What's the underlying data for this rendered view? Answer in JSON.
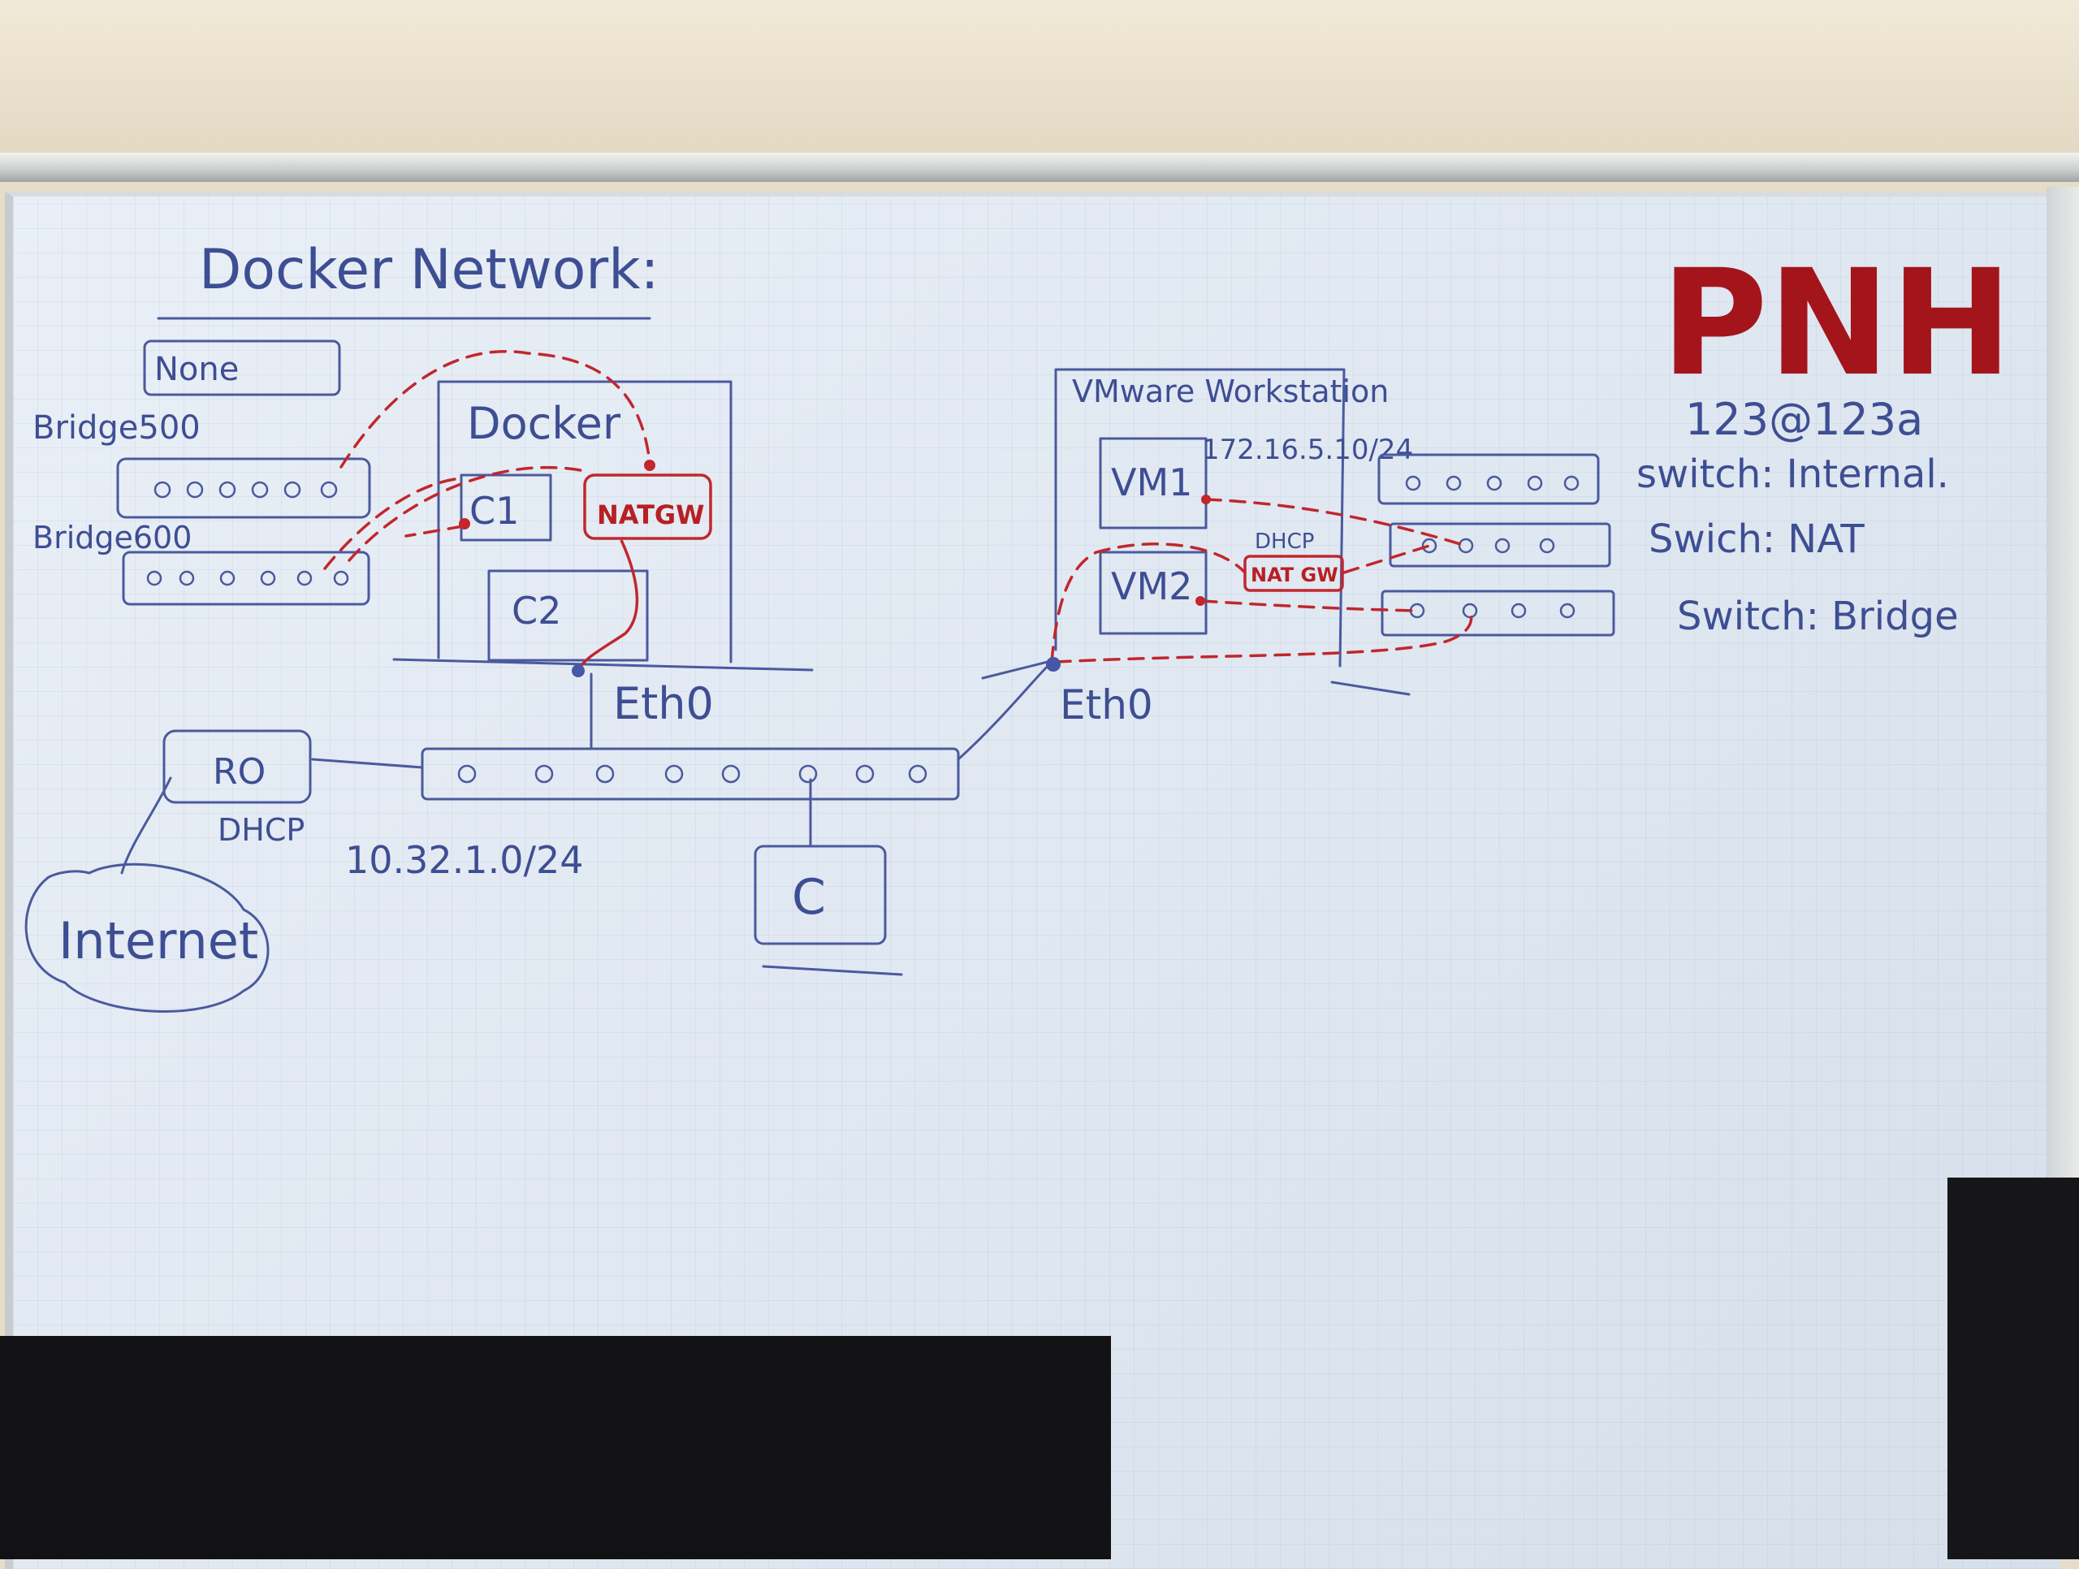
{
  "logo": {
    "text": "PNH",
    "color": "#a3151b"
  },
  "board": {
    "title": "Docker Network:",
    "credential": "123@123a",
    "labels": {
      "none": "None",
      "bridge500": "Bridge500",
      "bridge600": "Bridge600",
      "docker": "Docker",
      "c1": "C1",
      "c2": "C2",
      "natgw": "NATGW",
      "eth0_left": "Eth0",
      "router": "RO",
      "dhcp_left": "DHCP",
      "subnet_lan": "10.32.1.0/24",
      "internet": "Internet",
      "client": "C",
      "vmware": "VMware Workstation",
      "vm1": "VM1",
      "vm2": "VM2",
      "subnet_vm": "172.16.5.10/24",
      "dhcp_vm": "DHCP",
      "natgw_vm": "NAT GW",
      "eth0_right": "Eth0",
      "switch_internal": "switch: Internal.",
      "switch_nat": "Swich: NAT",
      "switch_bridge": "Switch: Bridge"
    }
  },
  "colors": {
    "ink_blue": "#3e4e93",
    "ink_red": "#c1272d",
    "board": "#e3eaf3"
  }
}
